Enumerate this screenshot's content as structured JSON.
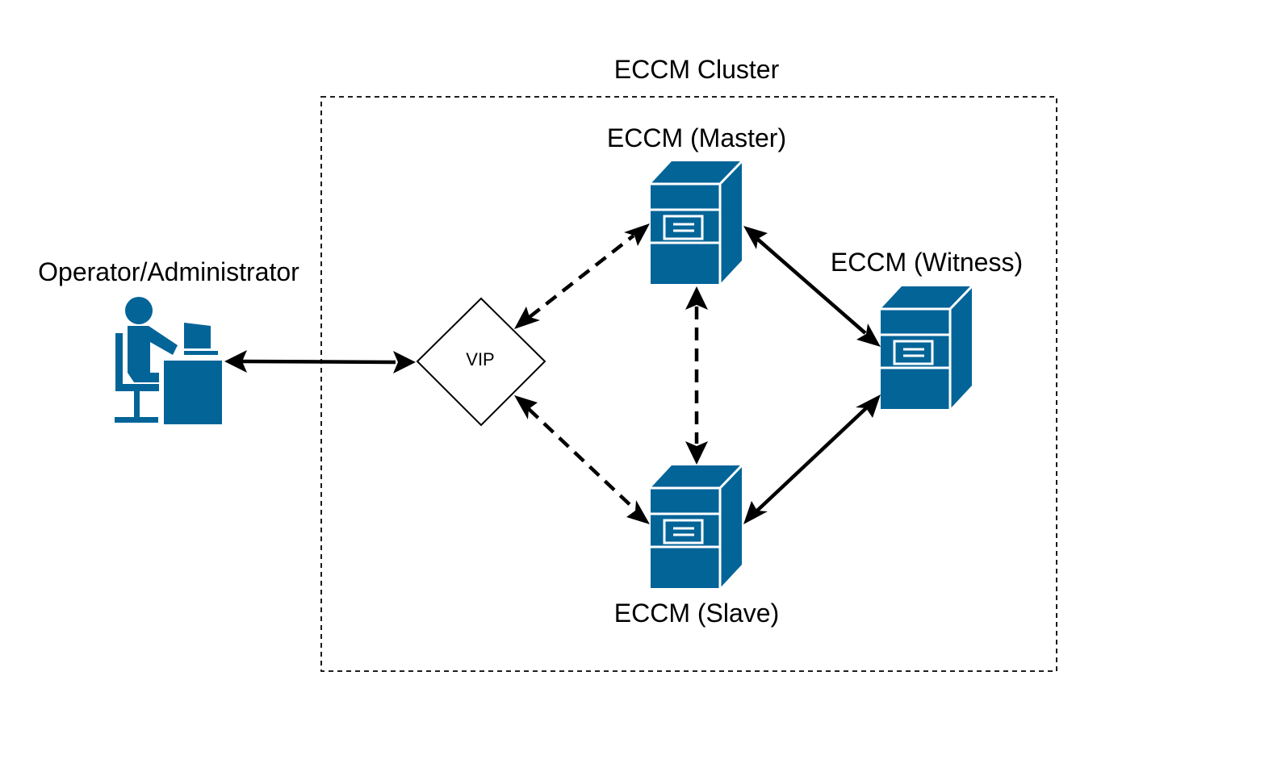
{
  "colors": {
    "server_blue": "#036498",
    "line": "#000000",
    "background": "#ffffff"
  },
  "cluster": {
    "label": "ECCM Cluster",
    "border_style": "dashed"
  },
  "nodes": {
    "operator": {
      "label": "Operator/Administrator",
      "icon": "operator-at-desk-icon"
    },
    "vip": {
      "label": "VIP",
      "shape": "diamond"
    },
    "master": {
      "label": "ECCM (Master)",
      "icon": "server-tower-icon"
    },
    "witness": {
      "label": "ECCM (Witness)",
      "icon": "server-tower-icon"
    },
    "slave": {
      "label": "ECCM (Slave)",
      "icon": "server-tower-icon"
    }
  },
  "connections": [
    {
      "from": "operator",
      "to": "vip",
      "style": "solid",
      "direction": "both"
    },
    {
      "from": "vip",
      "to": "master",
      "style": "dashed",
      "direction": "both"
    },
    {
      "from": "vip",
      "to": "slave",
      "style": "dashed",
      "direction": "both"
    },
    {
      "from": "master",
      "to": "slave",
      "style": "dashed",
      "direction": "both"
    },
    {
      "from": "master",
      "to": "witness",
      "style": "solid",
      "direction": "both"
    },
    {
      "from": "slave",
      "to": "witness",
      "style": "solid",
      "direction": "both"
    }
  ]
}
